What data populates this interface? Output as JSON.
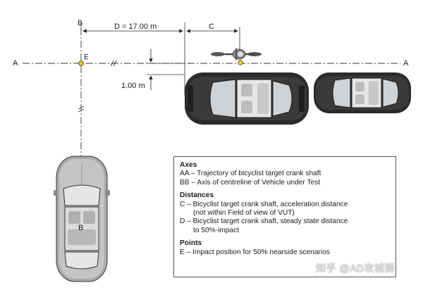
{
  "labels": {
    "axis_a_left": "A",
    "axis_a_right": "A",
    "axis_b_top": "B",
    "axis_b_car": "B",
    "point_e": "E",
    "dist_d": "D = 17.00 m",
    "dist_c": "C",
    "offset": "1.00 m"
  },
  "legend": {
    "axes_header": "Axes",
    "axes_aa": "AA – Trajectory of bicyclist target crank shaft",
    "axes_bb": "BB – Axis of centreline of Vehicle under Test",
    "dist_header": "Distances",
    "dist_c_line1": "C – Bicyclist target crank shaft, acceleration distance",
    "dist_c_line2": "(not within Field of view of VUT)",
    "dist_d_line1": "D – Bicyclist target crank shaft, steady state distance",
    "dist_d_line2": "to 50%-impact",
    "points_header": "Points",
    "points_e": "E – Impact position for 50% nearside scenarios"
  },
  "watermark": "知乎 @AD攻城狮",
  "colors": {
    "car_body": "#2b2b2b",
    "car_glass": "#cfd3d6",
    "vut_body": "#bdbdbd",
    "point_marker": "#f2d21a",
    "line": "#333333"
  },
  "icons": {
    "bicyclist": "bicyclist-icon",
    "parked_car_1": "parked-car-icon",
    "parked_car_2": "parked-car-icon",
    "vut": "vehicle-under-test-icon"
  }
}
